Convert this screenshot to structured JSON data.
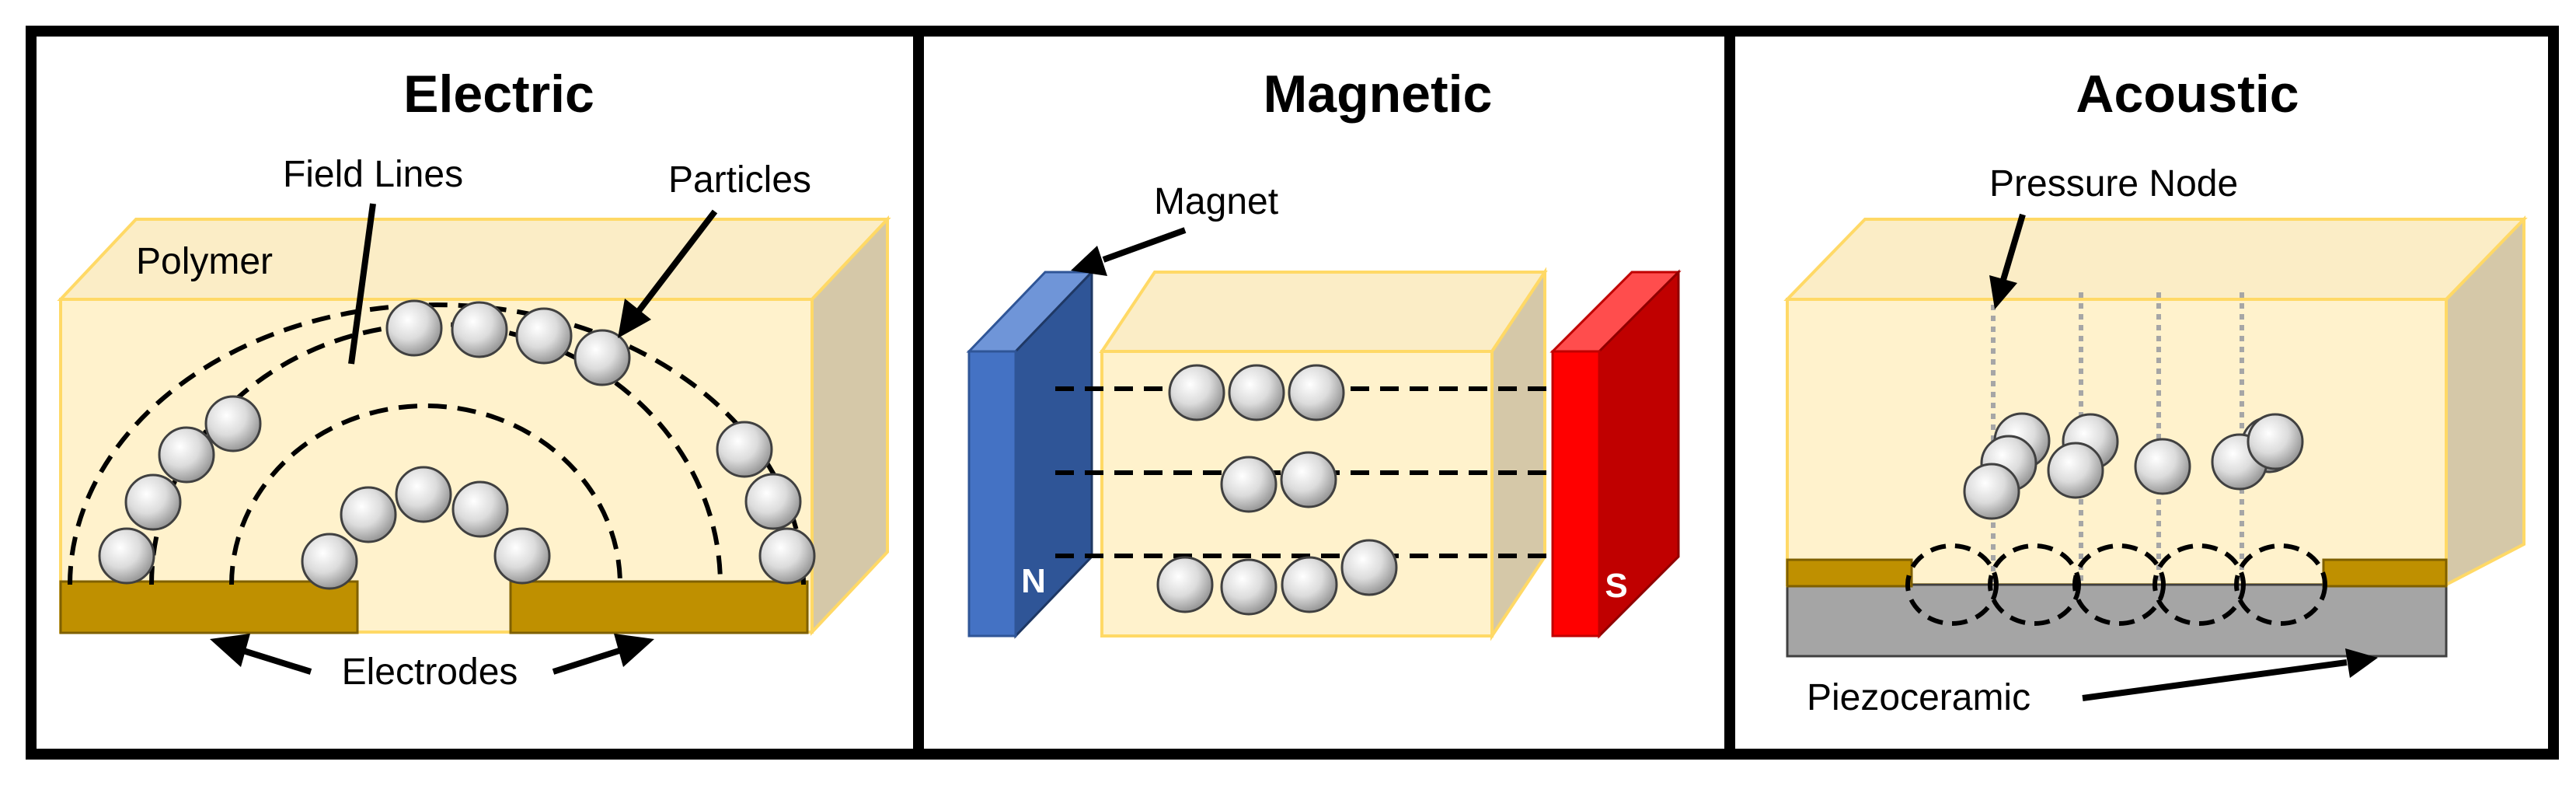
{
  "panels": [
    {
      "title": "Electric"
    },
    {
      "title": "Magnetic"
    },
    {
      "title": "Acoustic"
    }
  ],
  "labels": {
    "field_lines": "Field Lines",
    "particles": "Particles",
    "polymer": "Polymer",
    "electrodes": "Electrodes",
    "magnet": "Magnet",
    "north": "N",
    "south": "S",
    "pressure_node": "Pressure Node",
    "piezoceramic": "Piezoceramic"
  },
  "colors": {
    "polymer_front": "#fff2cc",
    "polymer_side": "#d5c8a8",
    "polymer_top": "#fbedc6",
    "polymer_edge": "#ffd966",
    "electrode": "#bf9000",
    "magnet_north": "#4472c4",
    "magnet_south": "#ff0000",
    "piezoceramic": "#a5a5a5",
    "particle": "#d9d9d9"
  }
}
